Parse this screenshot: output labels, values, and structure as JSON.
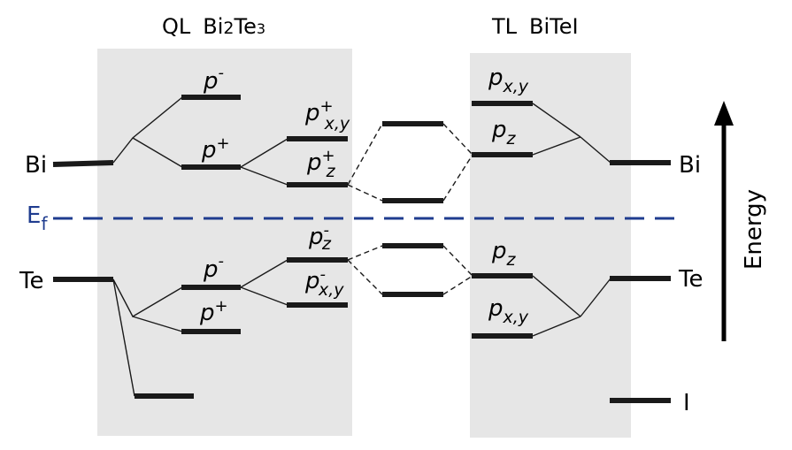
{
  "panels": {
    "left_title_main": "QL",
    "left_title_formula": [
      "Bi",
      "2",
      "Te",
      "3"
    ],
    "right_title_main": "TL",
    "right_title_formula": "BiTeI"
  },
  "elements": {
    "left_bi": "Bi",
    "left_te": "Te",
    "right_bi": "Bi",
    "right_te": "Te",
    "right_i": "I"
  },
  "fermi": {
    "base": "E",
    "sub": "f"
  },
  "energy_axis": {
    "label": "Energy"
  },
  "orbitals": {
    "p": "p",
    "plus": "+",
    "minus": "-",
    "sub_z": "z",
    "sub_xy": "x,y"
  },
  "colors": {
    "panel_fill": "#e6e6e6",
    "level_line": "#1a1a1a",
    "fermi_line": "#1f3c8f",
    "fermi_label": "#1f3c8f"
  }
}
